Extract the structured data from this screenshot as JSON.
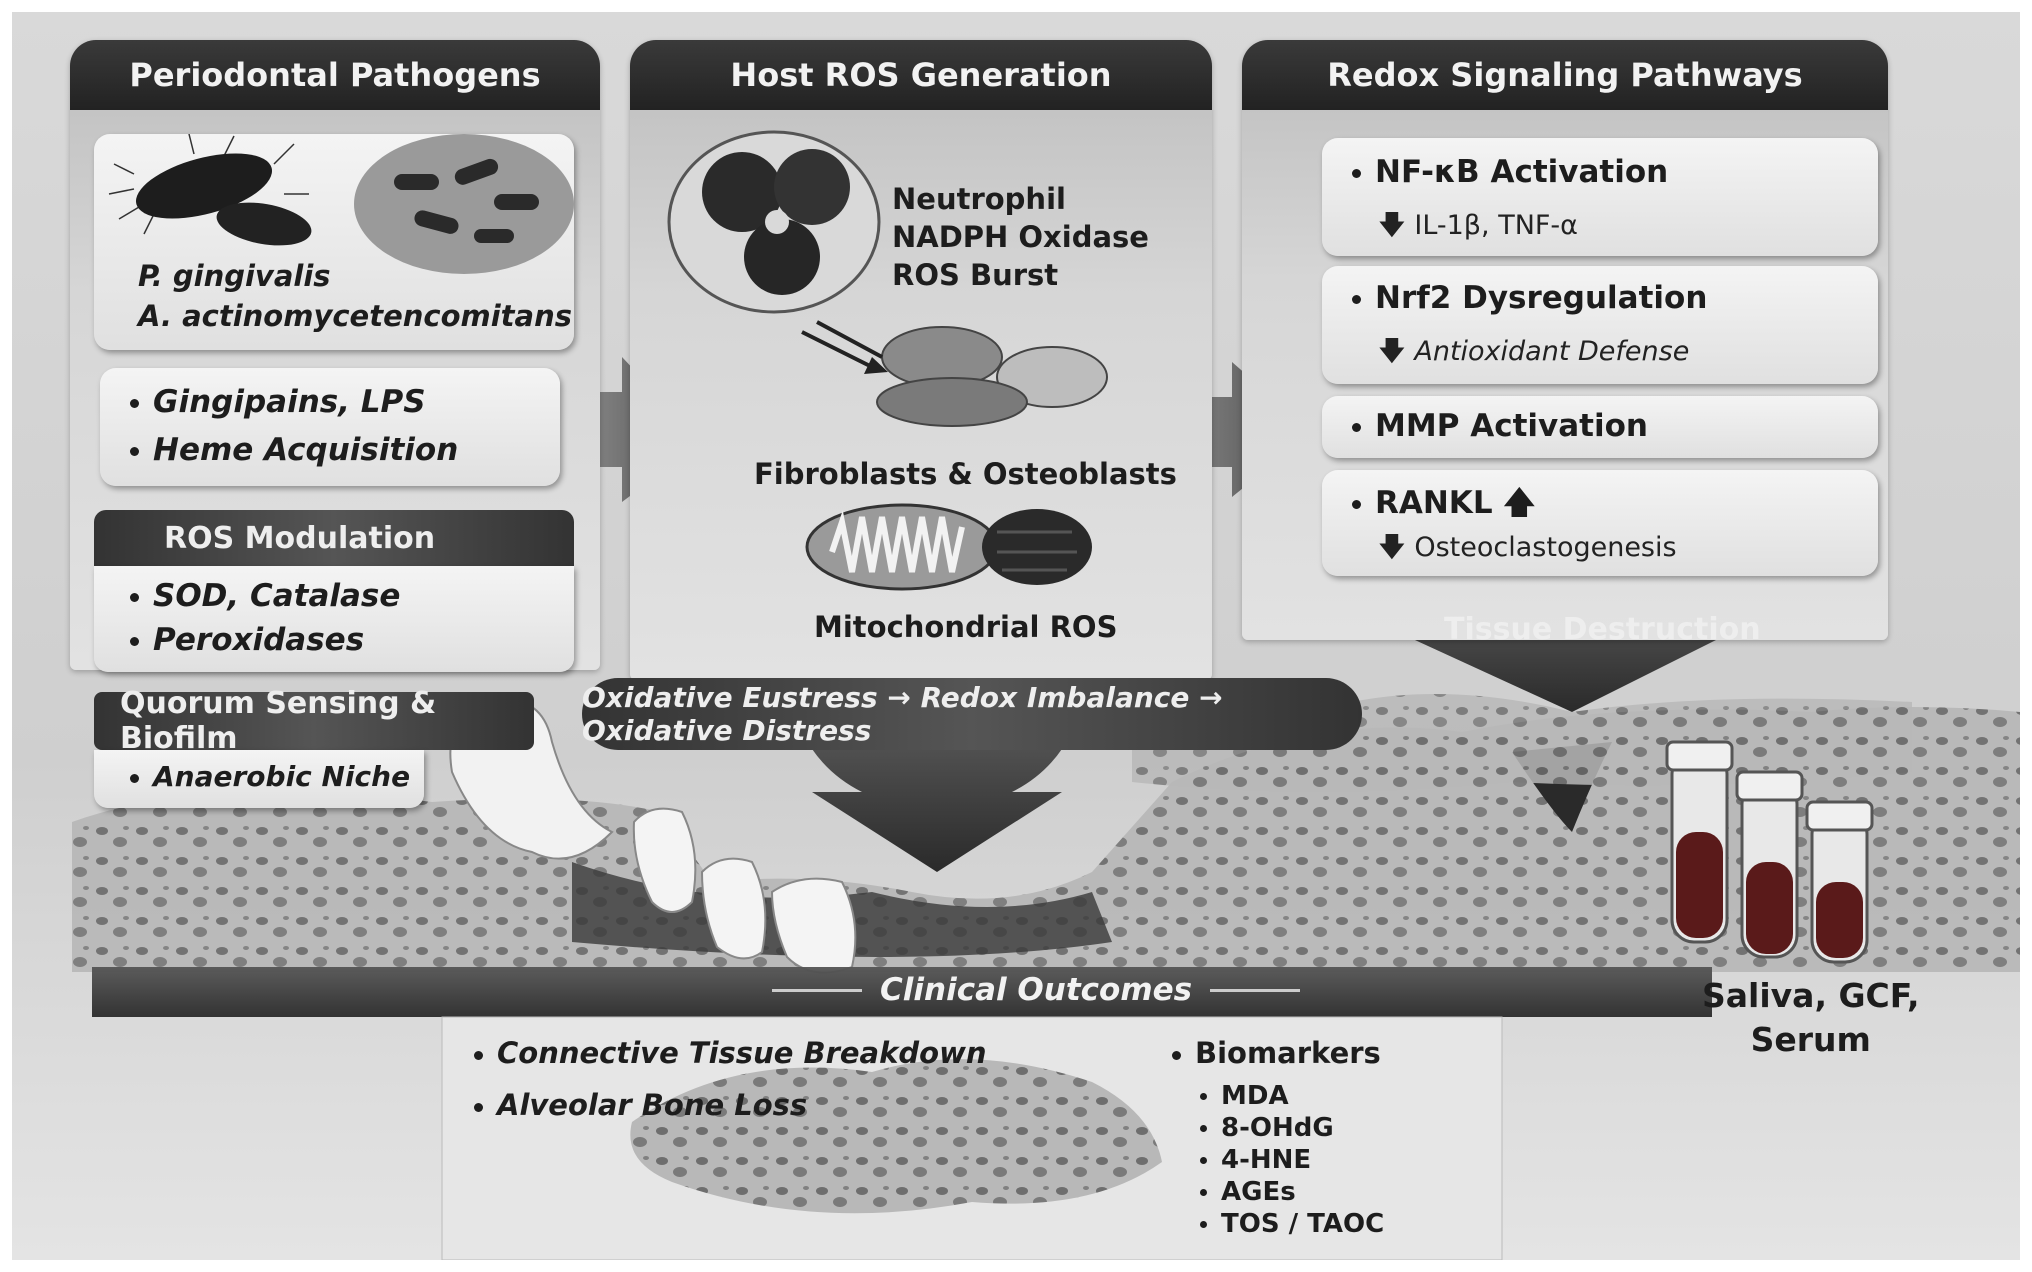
{
  "col1": {
    "title": "Periodontal Pathogens",
    "species": [
      "P. gingivalis",
      "A. actinomycetencomitans"
    ],
    "virulence": [
      "Gingipains, LPS",
      "Heme Acquisition"
    ],
    "ros_title": "ROS Modulation",
    "ros_items": [
      "SOD, Catalase",
      "Peroxidases"
    ],
    "quorum_title": "Quorum Sensing & Biofilm",
    "quorum_items": [
      "Anaerobic Niche"
    ]
  },
  "col2": {
    "title": "Host ROS Generation",
    "neutrophil": [
      "Neutrophil",
      "NADPH Oxidase",
      "ROS Burst"
    ],
    "fibro_label": "Fibroblasts & Osteoblasts",
    "mito_label": "Mitochondrial ROS",
    "stress_band": "Oxidative Eustress → Redox Imbalance → Oxidative Distress"
  },
  "col3": {
    "title": "Redox Signaling Pathways",
    "pathways": [
      {
        "name": "NF-κB Activation",
        "sub": "IL-1β, TNF-α"
      },
      {
        "name": "Nrf2 Dysregulation",
        "sub": "Antioxidant Defense"
      },
      {
        "name": "MMP Activation",
        "sub": ""
      },
      {
        "name": "RANKL",
        "sub": "Osteoclastogenesis"
      }
    ],
    "tissue_label": "Tissue Destruction"
  },
  "samples": [
    "Saliva, GCF,",
    "Serum"
  ],
  "clinical": {
    "title": "Clinical Outcomes",
    "left_items": [
      "Connective Tissue Breakdown",
      "Alveolar Bone Loss"
    ],
    "biomarker_title": "Biomarkers",
    "biomarkers": [
      "MDA",
      "8-OHdG",
      "4-HNE",
      "AGEs",
      "TOS / TAOC"
    ]
  },
  "colors": {
    "header": "#2a2a2a",
    "panel": "#d6d6d6",
    "box": "#efefef",
    "blood": "#5a1a1a"
  }
}
